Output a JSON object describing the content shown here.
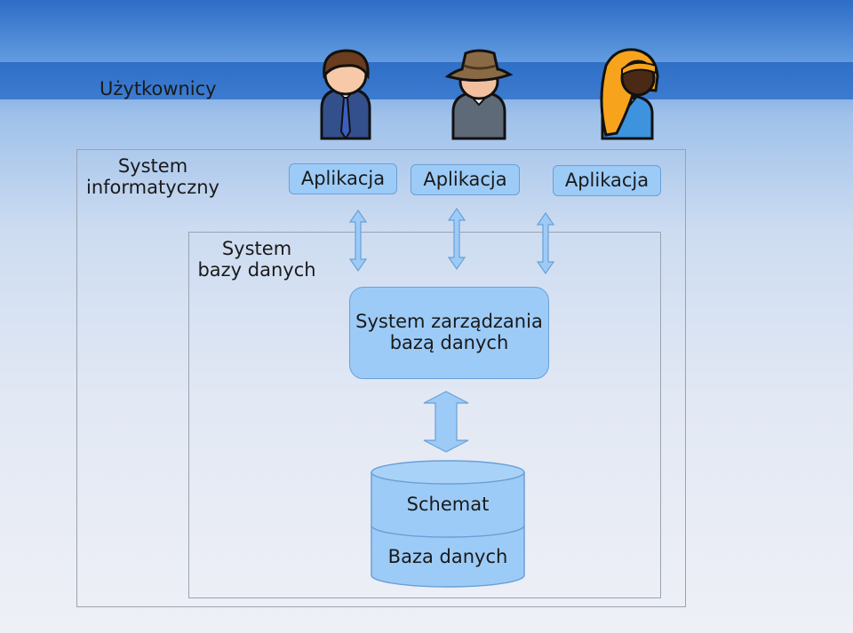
{
  "users_label": "Użytkownicy",
  "system_label_line1": "System",
  "system_label_line2": "informatyczny",
  "db_system_line1": "System",
  "db_system_line2": "bazy danych",
  "apps": [
    "Aplikacja",
    "Aplikacja",
    "Aplikacja"
  ],
  "dbms_line1": "System zarządzania",
  "dbms_line2": "bazą danych",
  "db_schema": "Schemat",
  "db_data": "Baza danych",
  "colors": {
    "box_fill": "#9dcbf7",
    "box_border": "#6aa0d6",
    "header_blue": "#2f6fc6"
  },
  "icons": [
    "businessman-user-icon",
    "hat-user-icon",
    "woman-user-icon"
  ]
}
